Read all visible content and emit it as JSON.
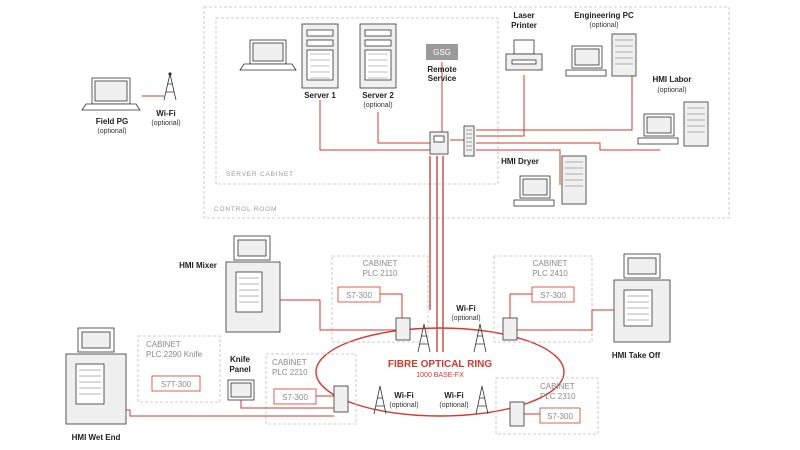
{
  "zones": {
    "control_room": "CONTROL ROOM",
    "server_cabinet": "SERVER CABINET"
  },
  "devices": {
    "server1": "Server 1",
    "server2": "Server 2",
    "server2_sub": "(optional)",
    "gsg": "GSG",
    "remote_service_1": "Remote",
    "remote_service_2": "Service",
    "laser_printer_1": "Laser",
    "laser_printer_2": "Printer",
    "engineering_pc": "Engineering PC",
    "engineering_pc_sub": "(optional)",
    "hmi_labor": "HMI Labor",
    "hmi_labor_sub": "(optional)",
    "hmi_dryer": "HMI Dryer",
    "field_pg": "Field PG",
    "field_pg_sub": "(optional)",
    "wifi_top": "Wi-Fi",
    "wifi_top_sub": "(optional)",
    "hmi_mixer": "HMI Mixer",
    "hmi_take_off": "HMI Take Off",
    "hmi_wet_end": "HMI Wet End",
    "knife_panel_1": "Knife",
    "knife_panel_2": "Panel",
    "wifi_mid": "Wi-Fi",
    "wifi_mid_sub": "(optional)",
    "wifi_low": "Wi-Fi",
    "wifi_low_sub": "(optional)"
  },
  "cabinets": {
    "c2110_title": "CABINET",
    "c2110_name": "PLC 2110",
    "c2110_plc": "S7-300",
    "c2410_title": "CABINET",
    "c2410_name": "PLC 2410",
    "c2410_plc": "S7-300",
    "c2290_title": "CABINET",
    "c2290_name": "PLC 2290 Knife",
    "c2290_plc": "S7T-300",
    "c2210_title": "CABINET",
    "c2210_name": "PLC 2210",
    "c2210_plc": "S7-300",
    "c2310_title": "CABINET",
    "c2310_name": "PLC 2310",
    "c2310_plc": "S7-300"
  },
  "ring": {
    "title": "FIBRE OPTICAL RING",
    "subtitle": "1000 BASE-FX"
  },
  "colors": {
    "accent": "#d23a2e",
    "zone_border": "#bdbdbd",
    "text": "#222222"
  }
}
